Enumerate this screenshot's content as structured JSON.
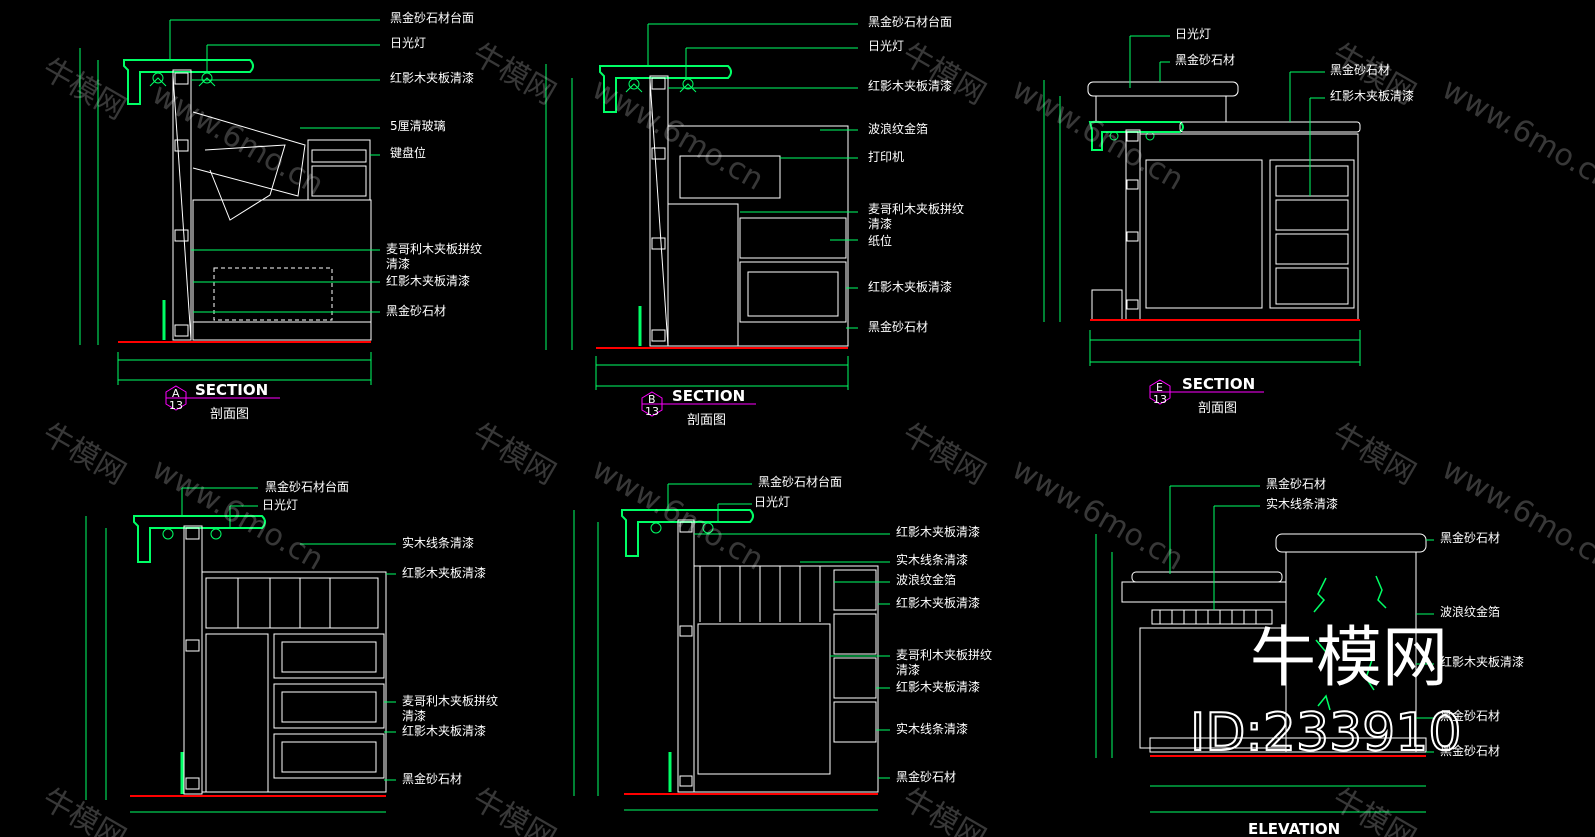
{
  "colors": {
    "background": "#000000",
    "drawing": "#ffffff",
    "labels": "#ffffff",
    "accent": "#00ff66",
    "leader": "#00ff66",
    "dimension": "#00ff66",
    "bubble": "#ff00ff",
    "floor": "#ff0000"
  },
  "watermark": {
    "site": "www.6mo.cn",
    "brand": "牛模网",
    "big_brand": "牛模网",
    "id": "ID:233910"
  },
  "panels": [
    {
      "bubble_letter": "A",
      "bubble_number": "13",
      "title": "SECTION",
      "subtitle": "剖面图",
      "labels": [
        "黑金砂石材台面",
        "日光灯",
        "红影木夹板清漆",
        "5厘清玻璃",
        "键盘位",
        "麦哥利木夹板拼纹",
        "清漆",
        "红影木夹板清漆",
        "黑金砂石材"
      ]
    },
    {
      "bubble_letter": "B",
      "bubble_number": "13",
      "title": "SECTION",
      "subtitle": "剖面图",
      "labels": [
        "黑金砂石材台面",
        "日光灯",
        "红影木夹板清漆",
        "波浪纹金箔",
        "打印机",
        "麦哥利木夹板拼纹",
        "清漆",
        "纸位",
        "红影木夹板清漆",
        "黑金砂石材"
      ]
    },
    {
      "bubble_letter": "E",
      "bubble_number": "13",
      "title": "SECTION",
      "subtitle": "剖面图",
      "labels": [
        "日光灯",
        "黑金砂石材",
        "黑金砂石材",
        "红影木夹板清漆"
      ]
    },
    {
      "labels": [
        "黑金砂石材台面",
        "日光灯",
        "实木线条清漆",
        "红影木夹板清漆",
        "麦哥利木夹板拼纹",
        "清漆",
        "红影木夹板清漆",
        "黑金砂石材"
      ]
    },
    {
      "labels": [
        "黑金砂石材台面",
        "日光灯",
        "红影木夹板清漆",
        "实木线条清漆",
        "波浪纹金箔",
        "红影木夹板清漆",
        "麦哥利木夹板拼纹",
        "清漆",
        "红影木夹板清漆",
        "实木线条清漆",
        "黑金砂石材"
      ]
    },
    {
      "title": "ELEVATION",
      "labels": [
        "黑金砂石材",
        "实木线条清漆",
        "黑金砂石材",
        "波浪纹金箔",
        "红影木夹板清漆",
        "黑金砂石材",
        "黑金砂石材"
      ]
    }
  ]
}
